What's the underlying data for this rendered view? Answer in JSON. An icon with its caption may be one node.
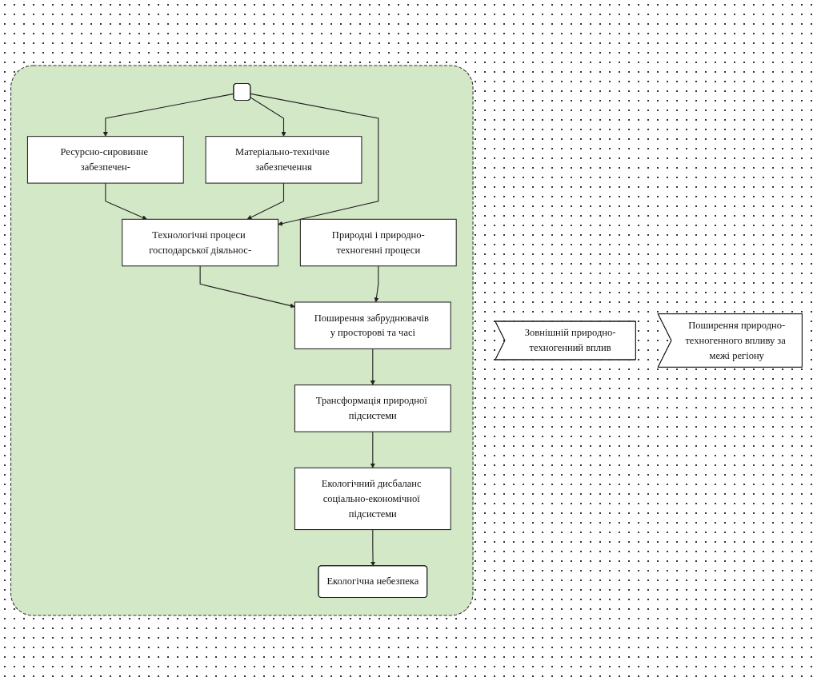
{
  "diagram": {
    "nodes": [
      {
        "text": [],
        "shape": "box"
      },
      {
        "text": [],
        "shape": "box",
        "in": 0
      },
      {
        "text": [
          "Ресурсно-сировинне забезпечен-"
        ],
        "in": 0
      },
      {
        "text": [
          "Матеріально-технічне забезпечення"
        ],
        "in": 0
      },
      {
        "text": [
          "Технологічні процеси господарської діяльнос-"
        ],
        "in": 0
      },
      {
        "text": [
          "Природні і природно-техногенні процеси"
        ],
        "in": 0
      },
      {
        "text": [
          "Зовнішній природно-техногенний вплив"
        ]
      },
      {
        "text": [
          "Поширення забруднювачів у просторові та часі"
        ],
        "in": 0
      },
      {
        "text": [
          "Поширення природно-техногенного впливу за межі регіону"
        ]
      },
      {
        "text": [
          "Трансформація природної підсистеми"
        ],
        "in": 0
      },
      {
        "text": [
          "Екологічний дисбаланс соціально-економічної підсистеми"
        ],
        "in": 0
      },
      {
        "text": [
          "Екологічна небезпека"
        ],
        "in": 0
      }
    ],
    "edges": [
      {
        "from": 1,
        "to": 2,
        "arrow": "to"
      },
      {
        "from": 1,
        "to": 3,
        "arrow": "to"
      },
      {
        "from": 2,
        "to": 4,
        "arrow": "to"
      },
      {
        "from": 3,
        "to": 4,
        "arrow": "to"
      },
      {
        "from": 1,
        "to": 4,
        "arrow": "to"
      },
      {
        "from": 4,
        "to": 7,
        "arrow": "to"
      },
      {
        "from": 5,
        "to": 7,
        "arrow": "to"
      },
      {
        "from": 7,
        "to": 9,
        "arrow": "to"
      },
      {
        "from": 9,
        "to": 10,
        "arrow": "to"
      },
      {
        "from": 10,
        "to": 11,
        "arrow": "to"
      }
    ]
  }
}
